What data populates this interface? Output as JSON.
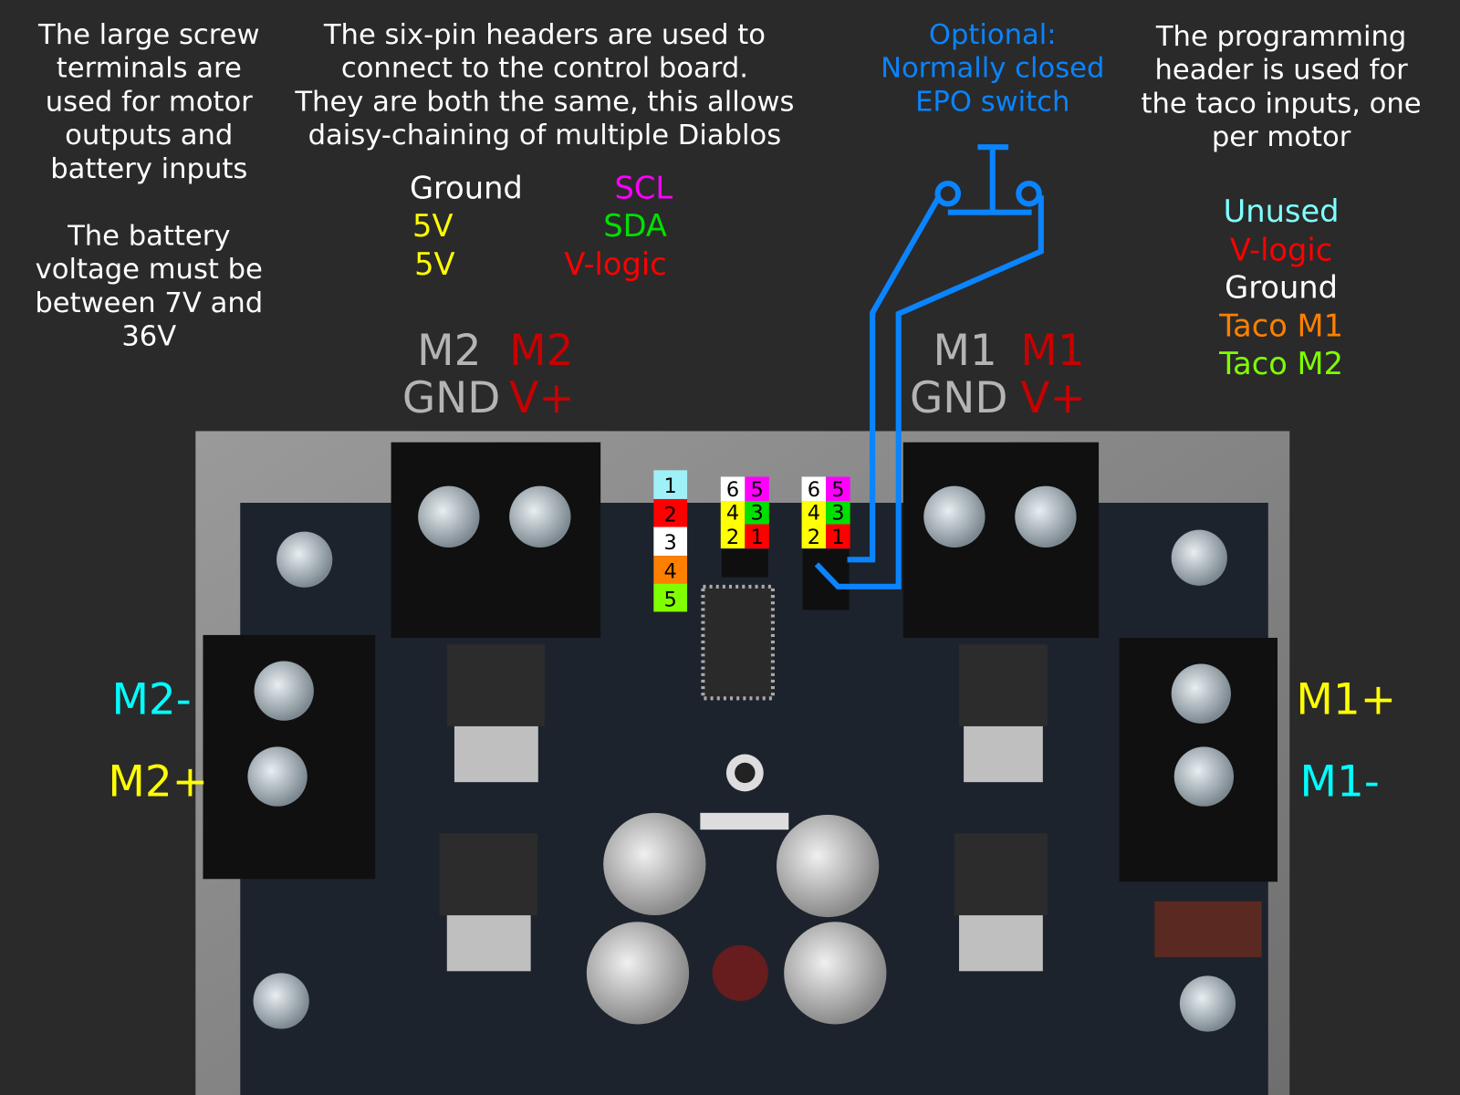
{
  "left_note": {
    "lines": [
      "The large screw",
      "terminals are",
      "used for motor",
      "outputs and",
      "battery inputs"
    ],
    "battery_lines": [
      "The battery",
      "voltage must be",
      "between 7V and",
      "36V"
    ]
  },
  "middle_note": {
    "lines": [
      "The six-pin headers are used to",
      "connect to the control board.",
      "They are both the same, this allows",
      "daisy-chaining of multiple Diablos"
    ]
  },
  "six_pin_legend": {
    "left": [
      "Ground",
      "5V",
      "5V"
    ],
    "right": [
      "SCL",
      "SDA",
      "V-logic"
    ]
  },
  "epo_note": {
    "lines": [
      "Optional:",
      "Normally closed",
      "EPO switch"
    ]
  },
  "right_note": {
    "lines": [
      "The programming",
      "header is used for",
      "the taco inputs, one",
      "per motor"
    ],
    "pins": [
      "Unused",
      "V-logic",
      "Ground",
      "Taco M1",
      "Taco M2"
    ]
  },
  "terminals": {
    "m2_top": {
      "gnd_top": "M2",
      "gnd_bottom": "GND",
      "vplus_top": "M2",
      "vplus_bottom": "V+"
    },
    "m1_top": {
      "gnd_top": "M1",
      "gnd_bottom": "GND",
      "vplus_top": "M1",
      "vplus_bottom": "V+"
    },
    "m2_minus": "M2-",
    "m2_plus": "M2+",
    "m1_plus": "M1+",
    "m1_minus": "M1-"
  },
  "prog_header_pins": [
    "1",
    "2",
    "3",
    "4",
    "5"
  ],
  "six_pin_header_pins": [
    [
      "6",
      "5"
    ],
    [
      "4",
      "3"
    ],
    [
      "2",
      "1"
    ]
  ],
  "colors": {
    "background": "#2a2a2a",
    "epo_blue": "#0a84ff",
    "unused_cyan": "#80ffff",
    "vlogic_red": "#ff0000",
    "taco_m1_orange": "#ff8000",
    "taco_m2_green": "#80ff00",
    "five_v_yellow": "#ffff00",
    "scl_magenta": "#ff00ff",
    "sda_green": "#00e000",
    "motor_red": "#c80000",
    "gnd_gray": "#b4b4b4",
    "cyan_label": "#00ffff"
  }
}
